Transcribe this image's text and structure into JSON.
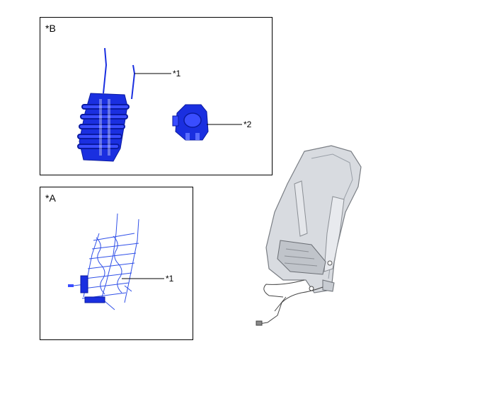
{
  "panels": {
    "b": {
      "label": "*B"
    },
    "a": {
      "label": "*A"
    }
  },
  "callouts": {
    "b_part1": "*1",
    "b_part2": "*2",
    "a_part1": "*1"
  },
  "colors": {
    "part_blue": "#1a2fe0",
    "part_blue_light": "#5a6cff",
    "frame_gray": "#c8ccd2",
    "frame_dark": "#6a6e74",
    "line": "#000000"
  }
}
